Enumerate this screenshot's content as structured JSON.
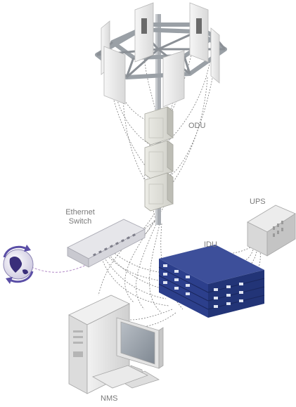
{
  "labels": {
    "odu": "ODU",
    "ethernet_switch_line1": "Ethernet",
    "ethernet_switch_line2": "Switch",
    "ups": "UPS",
    "idu": "IDU",
    "nms": "NMS"
  },
  "colors": {
    "tower_steel": "#9aa0a6",
    "antenna_panel": "#ececec",
    "odu_unit": "#e2e2dc",
    "idu_body": "#2c3f8c",
    "cable": "#7c7c7c",
    "network_link": "#b48cc8",
    "label_text": "#7a7a7a"
  },
  "icons": [
    "tower-icon",
    "antenna-panel-icon",
    "odu-unit-icon",
    "ethernet-switch-icon",
    "network-cloud-icon",
    "ups-icon",
    "idu-rack-icon",
    "nms-computer-icon"
  ]
}
